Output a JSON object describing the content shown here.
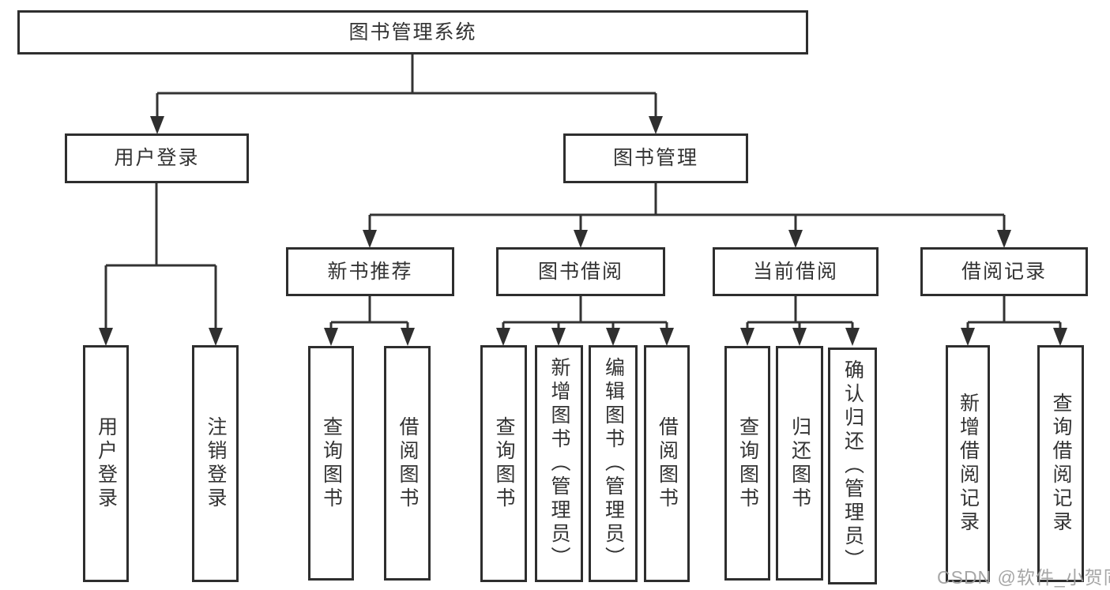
{
  "diagram": {
    "title": "图书管理系统",
    "tree": {
      "label": "图书管理系统",
      "children": [
        {
          "label": "用户登录",
          "children": [
            {
              "label": "用户登录"
            },
            {
              "label": "注销登录"
            }
          ]
        },
        {
          "label": "图书管理",
          "children": [
            {
              "label": "新书推荐",
              "children": [
                {
                  "label": "查询图书"
                },
                {
                  "label": "借阅图书"
                }
              ]
            },
            {
              "label": "图书借阅",
              "children": [
                {
                  "label": "查询图书"
                },
                {
                  "label": "新增图书（管理员）"
                },
                {
                  "label": "编辑图书（管理员）"
                },
                {
                  "label": "借阅图书"
                }
              ]
            },
            {
              "label": "当前借阅",
              "children": [
                {
                  "label": "查询图书"
                },
                {
                  "label": "归还图书"
                },
                {
                  "label": "确认归还（管理员）"
                }
              ]
            },
            {
              "label": "借阅记录",
              "children": [
                {
                  "label": "新增借阅记录"
                },
                {
                  "label": "查询借阅记录"
                }
              ]
            }
          ]
        }
      ]
    },
    "colors": {
      "line": "#333333",
      "box_border": "#2e2e2e",
      "text": "#333333",
      "watermark": "#9e9e9e",
      "background": "#ffffff"
    }
  },
  "watermark": {
    "text": "CSDN @软件_小贺同学"
  }
}
